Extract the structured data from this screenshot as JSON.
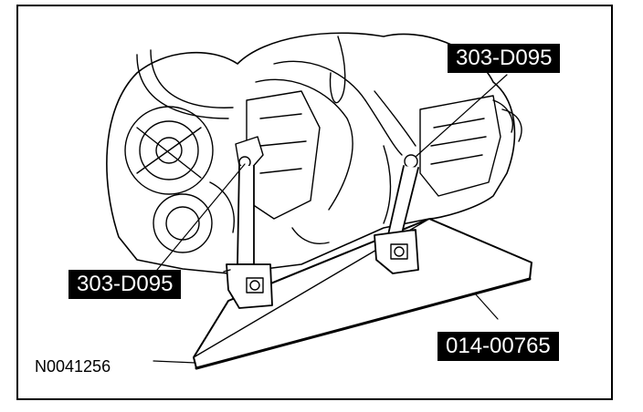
{
  "callouts": {
    "upper_right": "303-D095",
    "lower_left": "303-D095",
    "bottom_right": "014-00765"
  },
  "figure_id": "N0041256"
}
